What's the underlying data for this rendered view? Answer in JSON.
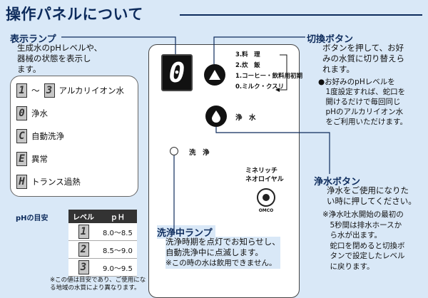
{
  "title": "操作パネルについて",
  "display_lamp": {
    "heading": "表示ランプ",
    "desc": [
      "生成水のpHレベルや、",
      "器械の状態を表示し",
      "ます。"
    ],
    "legend": [
      {
        "codes": [
          "1",
          "3"
        ],
        "sep": "～",
        "label": "アルカリイオン水"
      },
      {
        "codes": [
          "0"
        ],
        "label": "浄水"
      },
      {
        "codes": [
          "C"
        ],
        "label": "自動洗浄"
      },
      {
        "codes": [
          "E"
        ],
        "label": "異常"
      },
      {
        "codes": [
          "H"
        ],
        "label": "トランス過熱"
      }
    ]
  },
  "ph_guide": {
    "heading": "pHの目安",
    "headers": [
      "レベル",
      "ｐＨ"
    ],
    "rows": [
      {
        "level": "1",
        "ph": "8.0～8.5"
      },
      {
        "level": "2",
        "ph": "8.5～9.0"
      },
      {
        "level": "3",
        "ph": "9.0～9.5"
      }
    ],
    "note": [
      "※この値は目安であり、ご使用にな",
      "る地域の水質により異なります。"
    ]
  },
  "panel": {
    "digit": "0",
    "mode_list": [
      "3.料　理",
      "2.炊　飯",
      "1.コーヒー・飲料用初期",
      "0.ミルク・クスリ"
    ],
    "clean_water_label": "浄　水",
    "wash_label": "洗　浄",
    "brand_line1": "ミネリッチ",
    "brand_line2": "ネオロイヤル",
    "brand_logo": "OMCO"
  },
  "switch_button": {
    "heading": "切換ボタン",
    "desc": [
      "ボタンを押して、お好",
      "みの水質に切り替えら",
      "れます。"
    ],
    "bullet": [
      "●お好みのpHレベルを",
      "　1度設定すれば、蛇口を",
      "　開けるだけで毎回同じ",
      "　pHのアルカリイオン水",
      "　をご利用いただけます。"
    ]
  },
  "purify_button": {
    "heading": "浄水ボタン",
    "desc": [
      "浄水をご使用になりた",
      "い時に押してください。"
    ],
    "note": [
      "※浄水吐水開始の最初の",
      "　5秒間は排水ホースか",
      "　ら水が出ます。",
      "　蛇口を閉めると切換ボ",
      "　タンで設定したレベル",
      "　に戻ります。"
    ]
  },
  "wash_lamp": {
    "heading": "洗浄中ランプ",
    "desc": [
      "洗浄時期を点灯でお知らせし、",
      "自動洗浄中に点滅します。"
    ],
    "note": "※この時の水は飲用できません。"
  }
}
